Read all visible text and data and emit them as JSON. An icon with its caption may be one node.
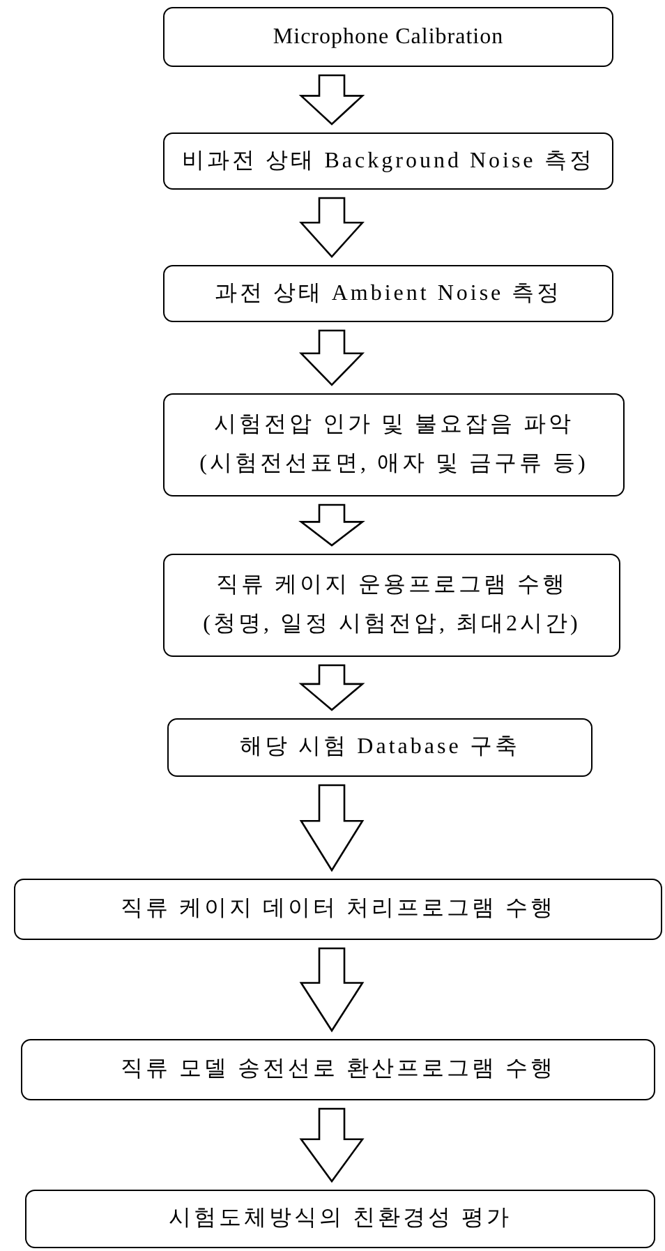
{
  "diagram": {
    "nodes": [
      {
        "text": [
          "Microphone Calibration"
        ]
      },
      {
        "text": [
          "비과전 상태 Background Noise 측정"
        ]
      },
      {
        "text": [
          "과전 상태 Ambient Noise 측정"
        ]
      },
      {
        "text": [
          "시험전압 인가 및 불요잡음 파악",
          "(시험전선표면, 애자 및 금구류 등)"
        ]
      },
      {
        "text": [
          "직류 케이지 운용프로그램 수행",
          "(청명, 일정 시험전압, 최대2시간)"
        ]
      },
      {
        "text": [
          "해당 시험 Database 구축"
        ]
      },
      {
        "text": [
          "직류 케이지 데이터 처리프로그램 수행"
        ]
      },
      {
        "text": [
          "직류 모델 송전선로 환산프로그램 수행"
        ]
      },
      {
        "text": [
          "시험도체방식의 친환경성 평가"
        ]
      }
    ],
    "edges": [
      {
        "from": 0,
        "to": 1,
        "arrow": "to"
      },
      {
        "from": 1,
        "to": 2,
        "arrow": "to"
      },
      {
        "from": 2,
        "to": 3,
        "arrow": "to"
      },
      {
        "from": 3,
        "to": 4,
        "arrow": "to"
      },
      {
        "from": 4,
        "to": 5,
        "arrow": "to"
      },
      {
        "from": 5,
        "to": 6,
        "arrow": "to"
      },
      {
        "from": 6,
        "to": 7,
        "arrow": "to"
      },
      {
        "from": 7,
        "to": 8,
        "arrow": "to"
      }
    ]
  }
}
